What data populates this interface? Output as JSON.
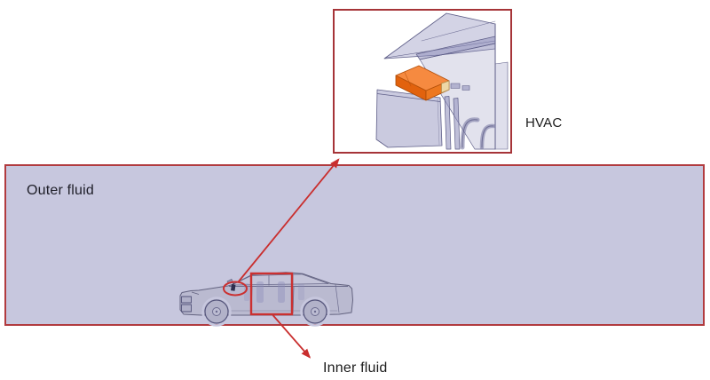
{
  "figure": {
    "labels": {
      "outer_fluid": "Outer fluid",
      "inner_fluid": "Inner fluid",
      "hvac": "HVAC"
    },
    "colors": {
      "background": "#ffffff",
      "outer_fluid_fill": "#c7c7de",
      "outer_border_red": "#b13b3f",
      "inset_border_red": "#a63438",
      "annotation_red": "#c92e2e",
      "hvac_orange": "#ed7820",
      "hvac_orange_top": "#f68a40",
      "cad_lavender": "#9696c0",
      "label_text": "#1e1e28"
    },
    "graphics": {
      "car": "sedan-side-view-cad",
      "inset": "hvac-unit-cad-closeup"
    }
  }
}
